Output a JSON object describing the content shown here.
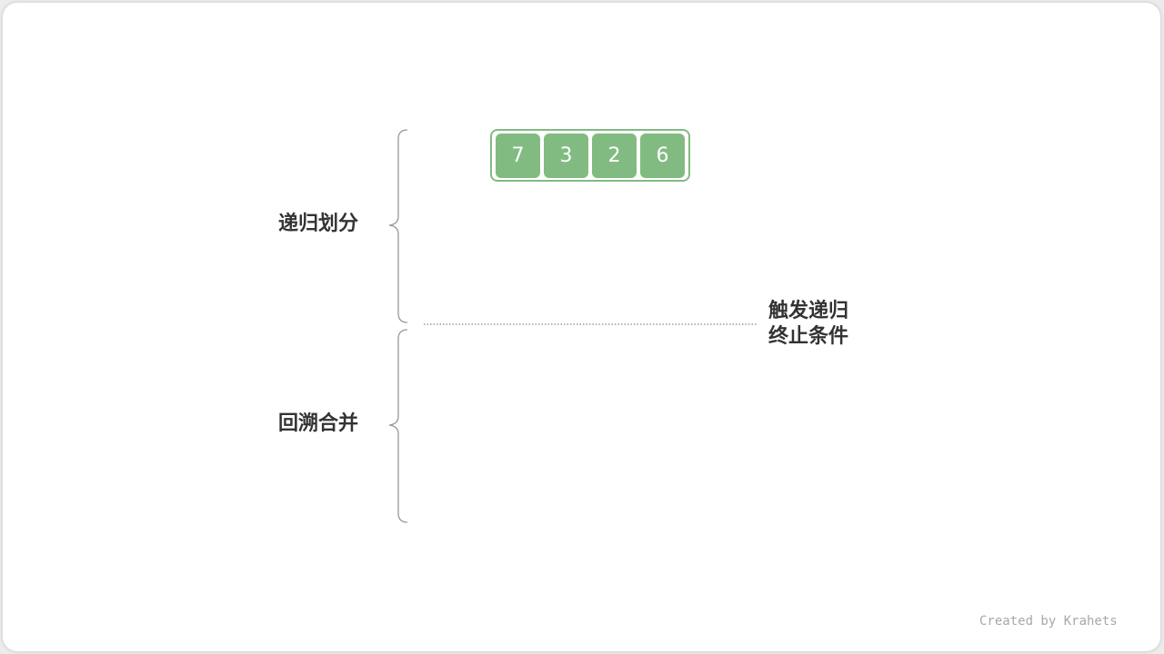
{
  "labels": {
    "divide": "递归划分",
    "termination_line1": "触发递归",
    "termination_line2": "终止条件",
    "merge": "回溯合并"
  },
  "array": {
    "values": [
      "7",
      "3",
      "2",
      "6"
    ]
  },
  "footer": {
    "credit": "Created by Krahets"
  },
  "colors": {
    "cell_fill": "#82bb82",
    "cell_text": "#ffffff",
    "label_text": "#333333",
    "brace_stroke": "#999999",
    "dotted_line": "#888888",
    "credit_text": "#a8a8a8"
  }
}
